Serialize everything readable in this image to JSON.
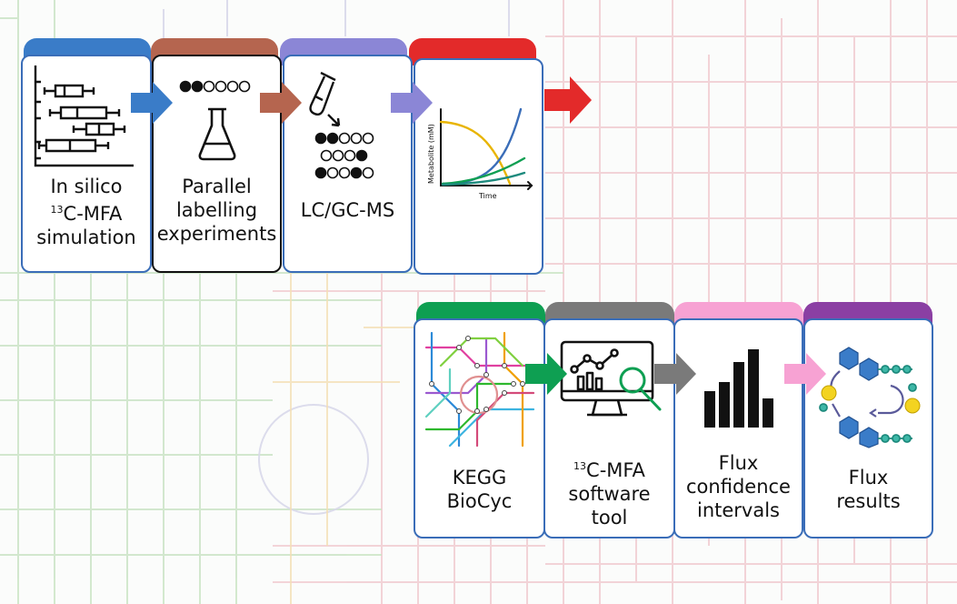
{
  "colors": {
    "blue": "#3a7cc8",
    "brown": "#b5654f",
    "lavender": "#8b86d6",
    "red": "#e32a2a",
    "green": "#0e9f52",
    "gray": "#7a7a7a",
    "pink": "#f7a2d3",
    "purple": "#8b3fa3",
    "card_border": "#3a6db8"
  },
  "top_row": [
    {
      "line1": "In silico",
      "sup": "13",
      "line2": "C-MFA",
      "line3": "simulation"
    },
    {
      "line1": "Parallel",
      "line2": "labelling",
      "line3": "experiments"
    },
    {
      "line1": "LC/GC-MS"
    },
    {
      "ylabel": "Metabolite (mM)",
      "xlabel": "Time"
    }
  ],
  "bottom_row": [
    {
      "line1": "KEGG",
      "line2": "BioCyc"
    },
    {
      "sup": "13",
      "line1": "C-MFA",
      "line2": "software",
      "line3": "tool"
    },
    {
      "line1": "Flux",
      "line2": "confidence",
      "line3": "intervals"
    },
    {
      "line1": "Flux",
      "line2": "results"
    }
  ]
}
